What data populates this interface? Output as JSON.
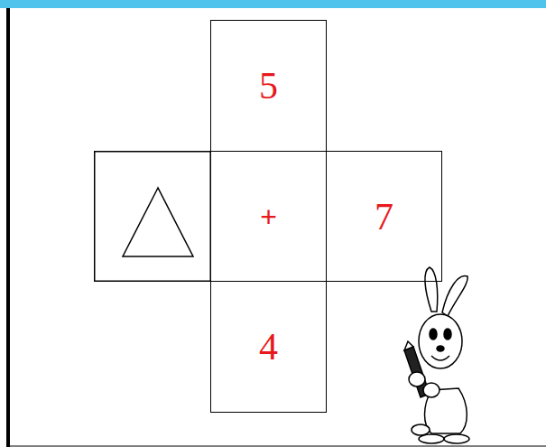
{
  "diagram": {
    "nodes": [
      {
        "text": [
          "5"
        ]
      },
      {
        "text": [
          "+"
        ]
      },
      {
        "text": [
          "7"
        ]
      },
      {
        "text": [
          "4"
        ]
      }
    ]
  }
}
